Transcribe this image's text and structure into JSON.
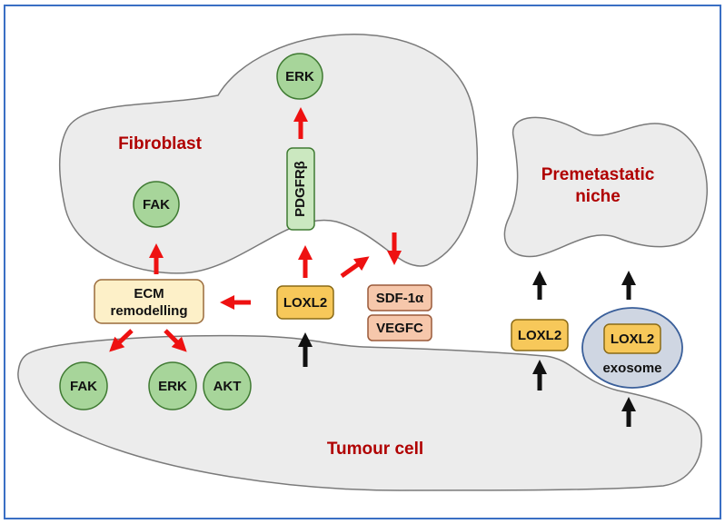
{
  "colors": {
    "frame": "#3a6fc4",
    "cell_fill": "#ececec",
    "cell_stroke": "#7a7a7a",
    "label_red": "#b00000",
    "arrow_red": "#ee1111",
    "arrow_black": "#111111",
    "kinase_fill": "#a7d59a",
    "kinase_stroke": "#3f7a32",
    "receptor_fill": "#cbe8c0",
    "loxl2_fill": "#f7c85a",
    "loxl2_stroke": "#8a6a16",
    "ecm_fill": "#fdf0c8",
    "ecm_stroke": "#9a6a3a",
    "factor_fill": "#f6c7ab",
    "factor_stroke": "#9a5a3a",
    "exosome_fill": "#cfd6e2",
    "exosome_stroke": "#3a5f9a"
  },
  "labels": {
    "fibroblast": "Fibroblast",
    "premetastatic_line1": "Premetastatic",
    "premetastatic_line2": "niche",
    "tumour_cell": "Tumour cell"
  },
  "nodes": {
    "erk_top": "ERK",
    "pdgfr": "PDGFRβ",
    "fak_top": "FAK",
    "ecm_line1": "ECM",
    "ecm_line2": "remodelling",
    "loxl2_center": "LOXL2",
    "sdf": "SDF-1α",
    "vegfc": "VEGFC",
    "fak_bottom": "FAK",
    "erk_bottom": "ERK",
    "akt": "AKT",
    "loxl2_right": "LOXL2",
    "loxl2_exosome": "LOXL2",
    "exosome": "exosome"
  }
}
